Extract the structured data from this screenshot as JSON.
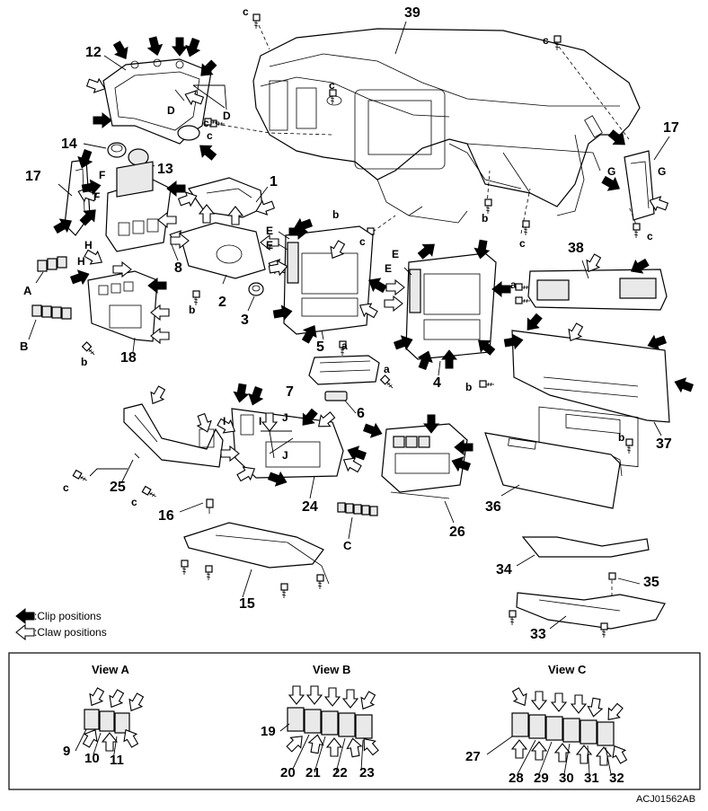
{
  "figure_code": "ACJ01562AB",
  "legend": {
    "clip_label": ":Clip positions",
    "claw_label": ":Claw positions"
  },
  "views": {
    "a": {
      "title": "View A",
      "parts": [
        "9",
        "10",
        "11"
      ]
    },
    "b": {
      "title": "View B",
      "parts": [
        "19",
        "20",
        "21",
        "22",
        "23"
      ]
    },
    "c": {
      "title": "View C",
      "parts": [
        "27",
        "28",
        "29",
        "30",
        "31",
        "32"
      ]
    }
  },
  "part_numbers": [
    "39",
    "12",
    "17",
    "14",
    "13",
    "1",
    "8",
    "2",
    "3",
    "18",
    "5",
    "4",
    "7",
    "6",
    "38",
    "37",
    "25",
    "24",
    "26",
    "16",
    "15",
    "36",
    "34",
    "35",
    "33"
  ],
  "view_letters": [
    "A",
    "B",
    "C",
    "D",
    "E",
    "F",
    "G",
    "H",
    "I",
    "J"
  ],
  "fastener_letters": [
    "a",
    "b",
    "c"
  ]
}
